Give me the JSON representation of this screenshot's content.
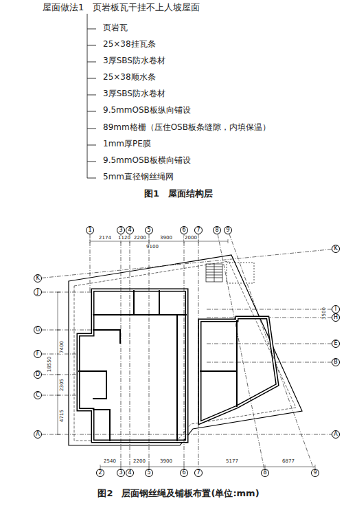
{
  "diagram": {
    "caption": "图2　层面钢丝绳及铺板布置(单位:mm)",
    "nodes": [
      {
        "text": [
          "1"
        ]
      },
      {
        "text": [
          "3"
        ]
      },
      {
        "text": [
          "4"
        ]
      },
      {
        "text": [
          "5"
        ]
      },
      {
        "text": [
          "6"
        ]
      },
      {
        "text": [
          "7"
        ]
      },
      {
        "text": [
          "8"
        ]
      },
      {
        "text": [
          "9"
        ]
      },
      {
        "text": [
          "K"
        ]
      },
      {
        "text": [
          "J"
        ]
      },
      {
        "text": [
          "G"
        ]
      },
      {
        "text": [
          "F"
        ]
      },
      {
        "text": [
          "D"
        ]
      },
      {
        "text": [
          "C"
        ]
      },
      {
        "text": [
          "A"
        ]
      },
      {
        "text": [
          "K"
        ]
      },
      {
        "text": [
          "I"
        ]
      },
      {
        "text": [
          "H"
        ]
      },
      {
        "text": [
          "E"
        ]
      },
      {
        "text": [
          "B"
        ]
      },
      {
        "text": [
          "A"
        ]
      },
      {
        "text": [
          "2"
        ]
      },
      {
        "text": [
          "3"
        ]
      },
      {
        "text": [
          "4"
        ]
      },
      {
        "text": [
          "5"
        ]
      },
      {
        "text": [
          "6"
        ]
      },
      {
        "text": [
          "7"
        ]
      },
      {
        "text": [
          "8"
        ]
      },
      {
        "text": [
          "9"
        ]
      }
    ],
    "edges": [
      {
        "from": 1,
        "to": 22,
        "arrow": "none"
      },
      {
        "from": 2,
        "to": 23,
        "arrow": "none"
      },
      {
        "from": 3,
        "to": 24,
        "arrow": "none"
      },
      {
        "from": 4,
        "to": 25,
        "arrow": "none"
      },
      {
        "from": 5,
        "to": 26,
        "arrow": "none"
      },
      {
        "from": 6,
        "to": 27,
        "arrow": "none"
      },
      {
        "from": 7,
        "to": 28,
        "arrow": "none"
      },
      {
        "from": 8,
        "to": 15,
        "arrow": "none"
      },
      {
        "from": 14,
        "to": 20,
        "arrow": "none"
      }
    ],
    "labels": [
      "屋面做法1　页岩板瓦干挂不上人坡屋面",
      "页岩瓦",
      "25×38挂瓦条",
      "3厚SBS防水卷材",
      "25×38顺水条",
      "3厚SBS防水卷材",
      "9.5mmOSB板纵向铺设",
      "89mm格栅（压住OSB板条缝隙，内填保温）",
      "1mm厚PE膜",
      "9.5mmOSB板横向铺设",
      "5mm直径钢丝绳网",
      "图1　屋面结构层",
      "9100",
      "2174",
      "1120",
      "2200",
      "3900",
      "2000",
      "2540",
      "2200",
      "3900",
      "5177",
      "6877",
      "7400",
      "18550",
      "2305",
      "4715",
      "3500"
    ]
  }
}
